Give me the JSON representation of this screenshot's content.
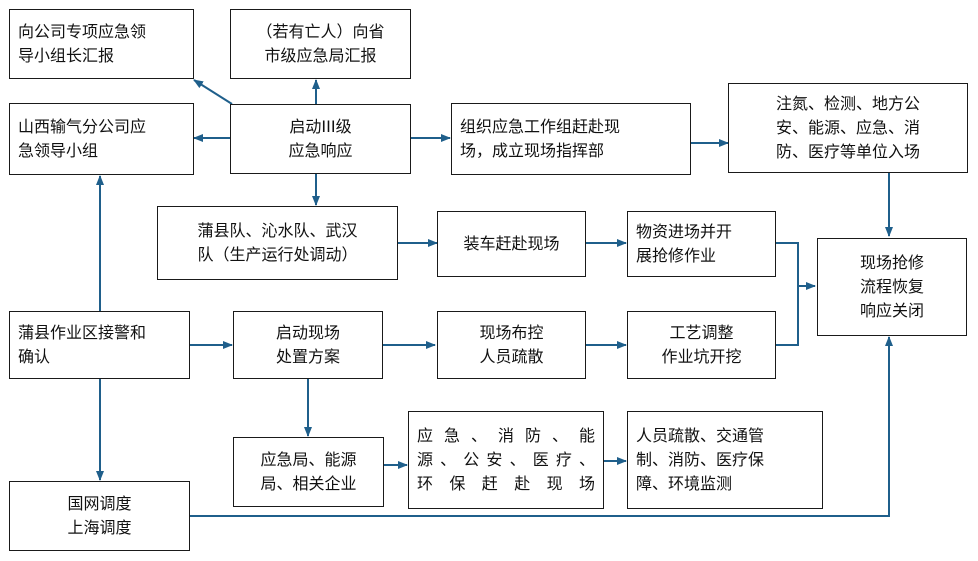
{
  "diagram": {
    "arrow_color": "#1f5f8b",
    "border_color": "#1a1a1a",
    "nodes": {
      "report_company_leader": "向公司专项应急领\n导小组长汇报",
      "report_province": "（若有亡人）向省\n市级应急局汇报",
      "shanxi_leader_group": "山西输气分公司应\n急领导小组",
      "level3_response": "启动III级\n应急响应",
      "dispatch_team": "组织应急工作组赶赴现\n场，成立现场指挥部",
      "agencies_arrive": "注氮、检测、地方公\n安、能源、应急、消\n防、医疗等单位入场",
      "teams": "蒲县队、沁水队、武汉\n队（生产运行处调动）",
      "load_vehicles": "装车赶赴现场",
      "materials_repair": "物资进场并开\n展抢修作业",
      "restore_close": "现场抢修\n流程恢复\n响应关闭",
      "alarm_confirm": "蒲县作业区接警和\n确认",
      "onsite_plan": "启动现场\n处置方案",
      "site_control": "现场布控\n人员疏散",
      "process_adjust": "工艺调整\n作业坑开挖",
      "emergency_energy": "应急局、能源\n局、相关企业",
      "agencies_rush": "应急、消防、能\n源、公安、医疗、\n环保赶赴现场",
      "evac_support": "人员疏散、交通管\n制、消防、医疗保\n障、环境监测",
      "grid_dispatch": "国网调度\n上海调度"
    }
  }
}
